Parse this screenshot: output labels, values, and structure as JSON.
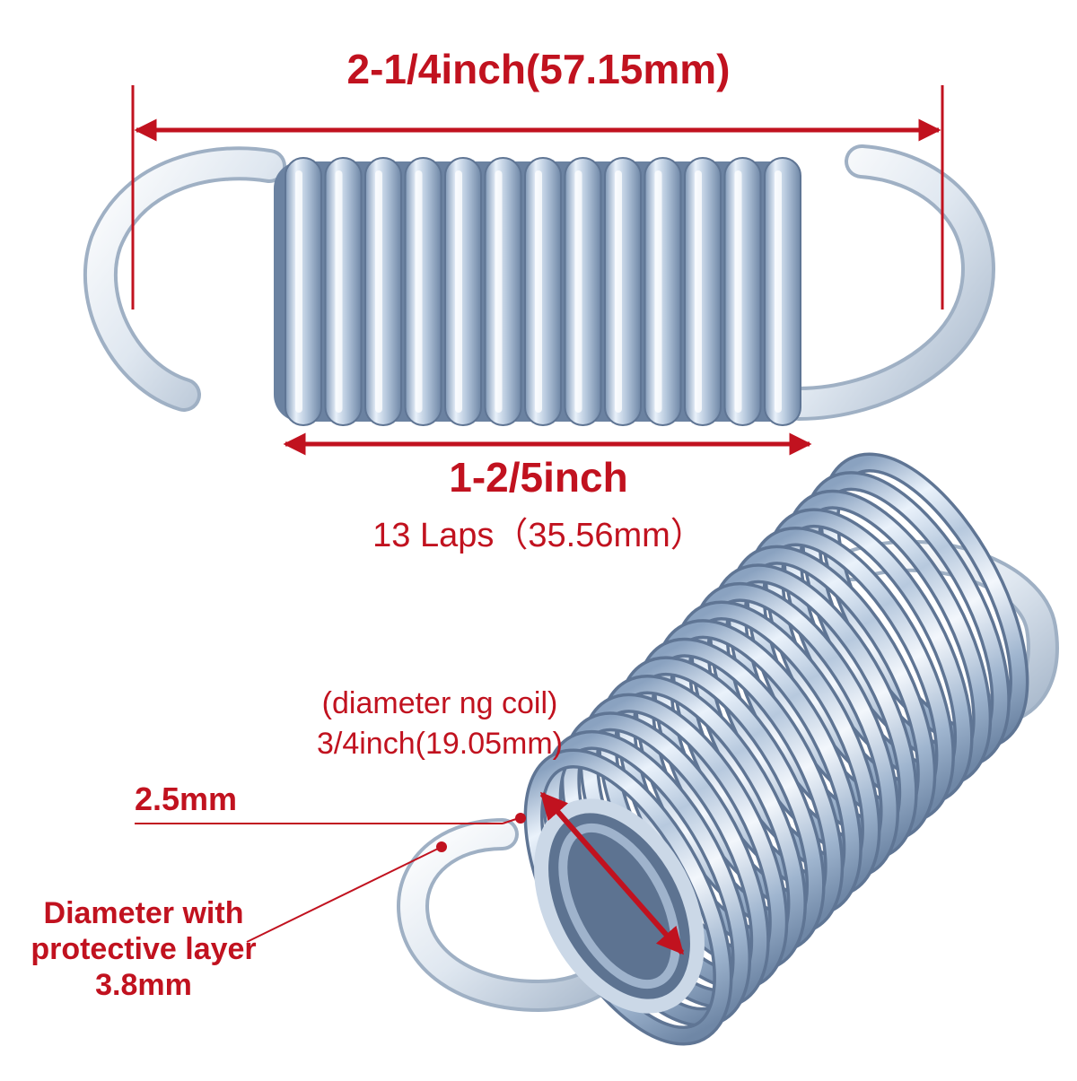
{
  "labels": {
    "overall_length": "2-1/4inch(57.15mm)",
    "body_length": "1-2/5inch",
    "laps": "13 Laps（35.56mm）",
    "coil_diameter_caption": "(diameter ng coil)",
    "coil_diameter_value": "3/4inch(19.05mm)",
    "wire_thickness": "2.5mm",
    "protective_layer": "Diameter with protective layer 3.8mm"
  },
  "colors": {
    "annotation": "#c1121f",
    "spring_light": "#eef4fb",
    "spring_mid": "#b6c8dd",
    "spring_dark": "#6f87a6"
  }
}
